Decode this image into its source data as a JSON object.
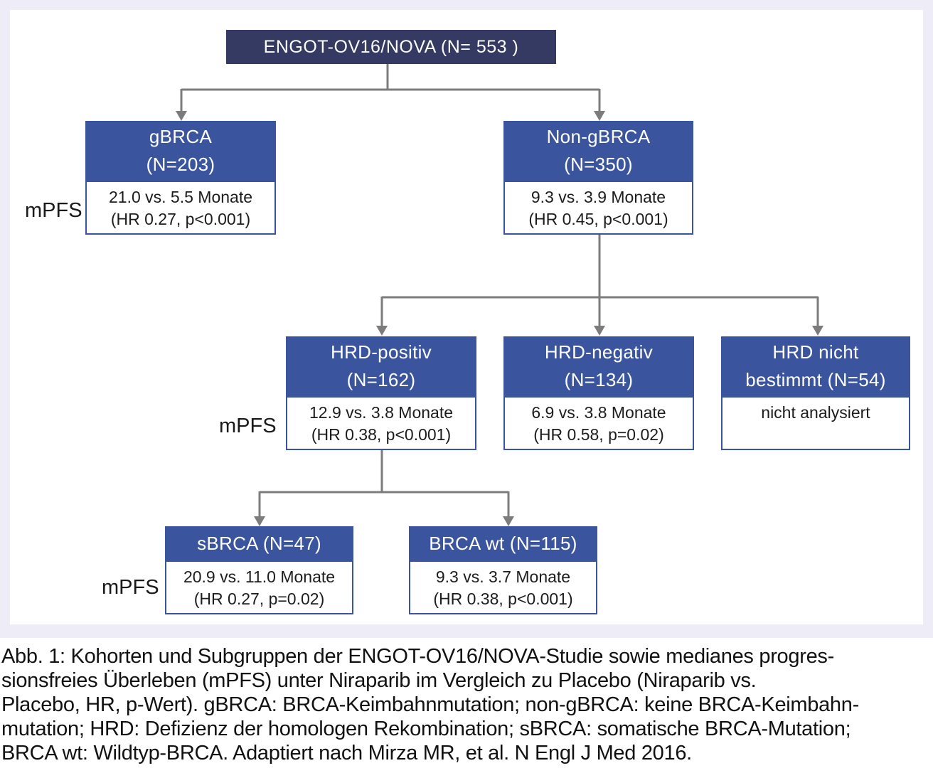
{
  "figure": {
    "root_label": "ENGOT-OV16/NOVA (N= 553 )",
    "mpfs_label": "mPFS"
  },
  "nodes": {
    "gbrca": {
      "title1": "gBRCA",
      "title2": "(N=203)",
      "body1": "21.0 vs. 5.5 Monate",
      "body2": "(HR 0.27, p<0.001)"
    },
    "non_gbrca": {
      "title1": "Non-gBRCA",
      "title2": "(N=350)",
      "body1": "9.3 vs. 3.9 Monate",
      "body2": "(HR 0.45, p<0.001)"
    },
    "hrd_pos": {
      "title1": "HRD-positiv",
      "title2": "(N=162)",
      "body1": "12.9 vs. 3.8 Monate",
      "body2": "(HR 0.38, p<0.001)"
    },
    "hrd_neg": {
      "title1": "HRD-negativ",
      "title2": "(N=134)",
      "body1": "6.9 vs. 3.8 Monate",
      "body2": "(HR 0.58, p=0.02)"
    },
    "hrd_nb": {
      "title1": "HRD nicht",
      "title2": "bestimmt (N=54)",
      "body1": "nicht analysiert"
    },
    "sbrca": {
      "title": "sBRCA (N=47)",
      "body1": "20.9 vs. 11.0 Monate",
      "body2": "(HR 0.27, p=0.02)"
    },
    "brca_wt": {
      "title": "BRCA wt (N=115)",
      "body1": "9.3 vs. 3.7 Monate",
      "body2": "(HR 0.38, p<0.001)"
    }
  },
  "caption": {
    "line1": "Abb. 1: Kohorten und Subgruppen der ENGOT-OV16/NOVA-Studie sowie medianes progres-",
    "line2": "sionsfreies Überleben (mPFS) unter Niraparib im Vergleich zu Placebo (Niraparib vs.",
    "line3": "Placebo, HR, p-Wert). gBRCA: BRCA-Keimbahnmutation; non-gBRCA: keine BRCA-Keimbahn-",
    "line4": "mutation; HRD: Defizienz der homologen Rekombination; sBRCA: somatische BRCA-Mutation;",
    "line5": "BRCA wt: Wildtyp-BRCA. Adaptiert nach Mirza MR, et al. N Engl J Med 2016."
  },
  "colors": {
    "root_navy": "#343a62",
    "node_blue": "#3b549e",
    "connector_gray": "#7c7c7c",
    "frame_lavender": "#edecf7",
    "body_text": "#1c1c1c"
  }
}
